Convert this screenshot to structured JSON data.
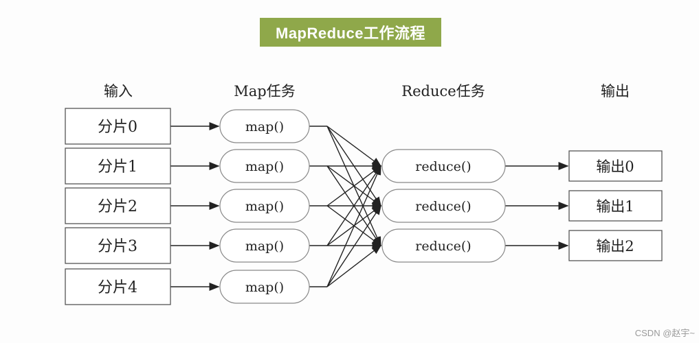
{
  "title": "MapReduce工作流程",
  "headers": {
    "input": "输入",
    "map": "Map任务",
    "reduce": "Reduce任务",
    "output": "输出"
  },
  "inputs": [
    "分片0",
    "分片1",
    "分片2",
    "分片3",
    "分片4"
  ],
  "maps": [
    "map()",
    "map()",
    "map()",
    "map()",
    "map()"
  ],
  "reduces": [
    "reduce()",
    "reduce()",
    "reduce()"
  ],
  "outputs": [
    "输出0",
    "输出1",
    "输出2"
  ],
  "watermark": "CSDN @赵宇~",
  "colors": {
    "title_bg": "#8fa84a",
    "line": "#222222",
    "node_border": "#888888"
  }
}
